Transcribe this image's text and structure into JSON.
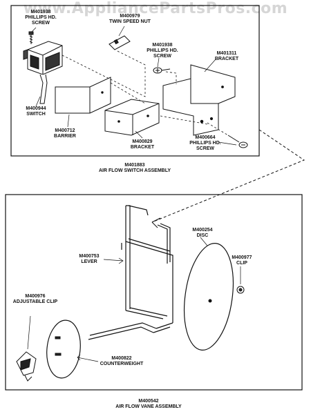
{
  "watermark": "www.AppliancePartsPros.com",
  "labels": {
    "screw_top": "M401938\nPHILLIPS HD.\nSCREW",
    "nut": "M400979\nTWIN SPEED NUT",
    "screw_mid": "M401938\nPHILLIPS HD.\nSCREW",
    "bracket_right": "M401311\nBRACKET",
    "switch": "M400944\nSWITCH",
    "barrier": "M400712\nBARRIER",
    "bracket_mid": "M400829\nBRACKET",
    "screw_bottom": "M400664\nPHILLIPS HD.\nSCREW",
    "switch_assembly": "M401883\nAIR FLOW SWITCH ASSEMBLY",
    "disc": "M400254\nDISC",
    "lever": "M400753\nLEVER",
    "clip": "M400977\nCLIP",
    "adjustable_clip": "M400976\nADJUSTABLE CLIP",
    "counterweight": "M400822\nCOUNTERWEIGHT",
    "vane_assembly": "M400542\nAIR FLOW VANE ASSEMBLY"
  }
}
